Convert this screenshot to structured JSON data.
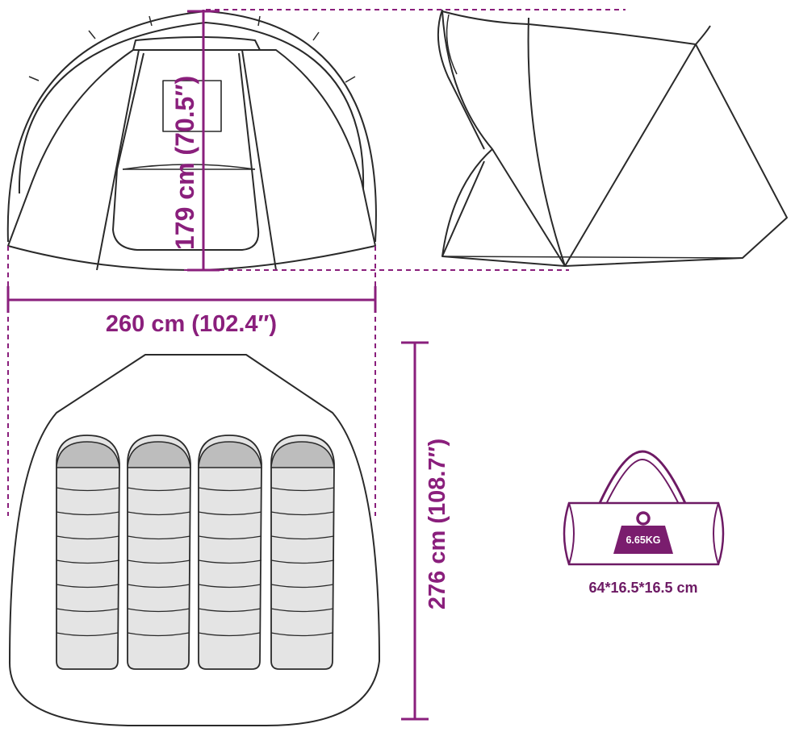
{
  "colors": {
    "dimension": "#8a1f7c",
    "outline": "#2a2a2a",
    "bag_stroke": "#6d1a64",
    "weight_fill": "#7a1d6e",
    "sleeping_bag_top": "#bdbdbd",
    "sleeping_bag_body": "#e4e4e4",
    "background": "#ffffff"
  },
  "dimensions": {
    "height_label": "179 cm (70.5″)",
    "width_label": "260 cm (102.4″)",
    "depth_label": "276 cm (108.7″)"
  },
  "carry_bag": {
    "weight_label": "6.65KG",
    "size_label": "64*16.5*16.5 cm"
  },
  "views": {
    "sleeping_bag_count": 4
  }
}
